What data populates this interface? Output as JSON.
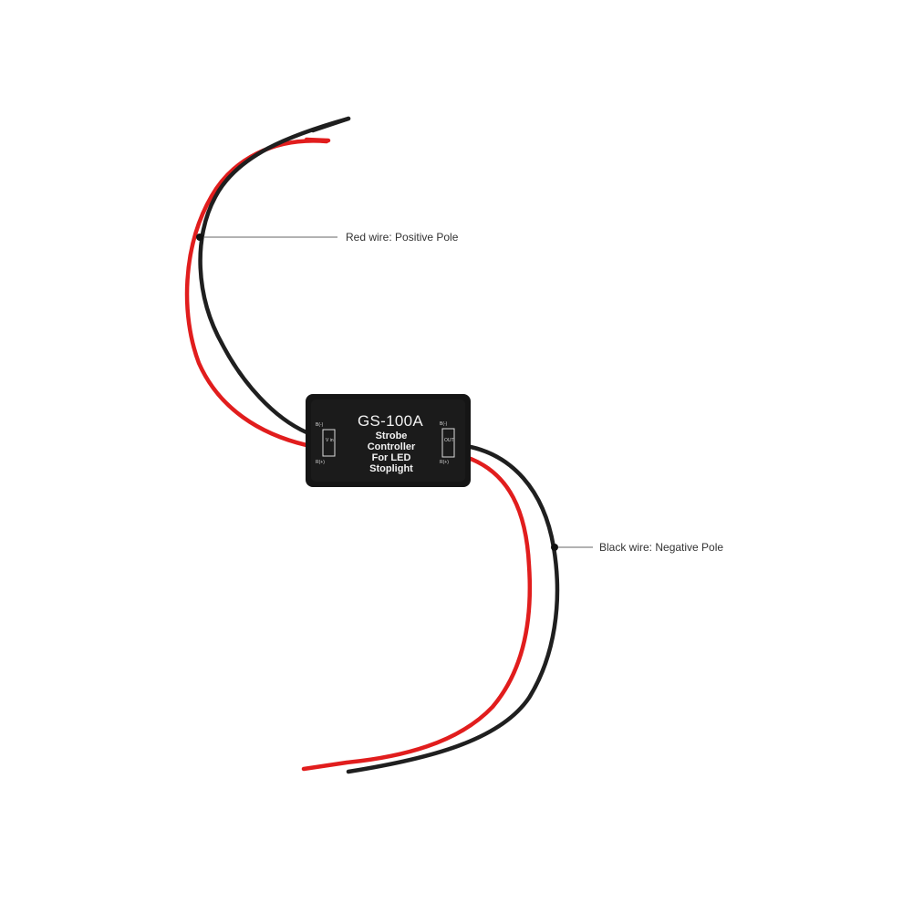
{
  "labels": {
    "red_wire": "Red wire: Positive Pole",
    "black_wire": "Black wire: Negative Pole"
  },
  "module": {
    "model": "GS-100A",
    "description_lines": [
      "Strobe",
      "Controller",
      "For LED",
      "Stoplight"
    ],
    "left_terminal": {
      "top": "B(-)",
      "bottom": "R(+)",
      "text": "V in"
    },
    "right_terminal": {
      "top": "B(-)",
      "bottom": "R(+)",
      "text": "OUT"
    }
  },
  "colors": {
    "background": "#ffffff",
    "red_wire": "#e11d1d",
    "black_wire": "#1f1f1f",
    "module_body": "#151515",
    "leader_line": "#666666"
  }
}
